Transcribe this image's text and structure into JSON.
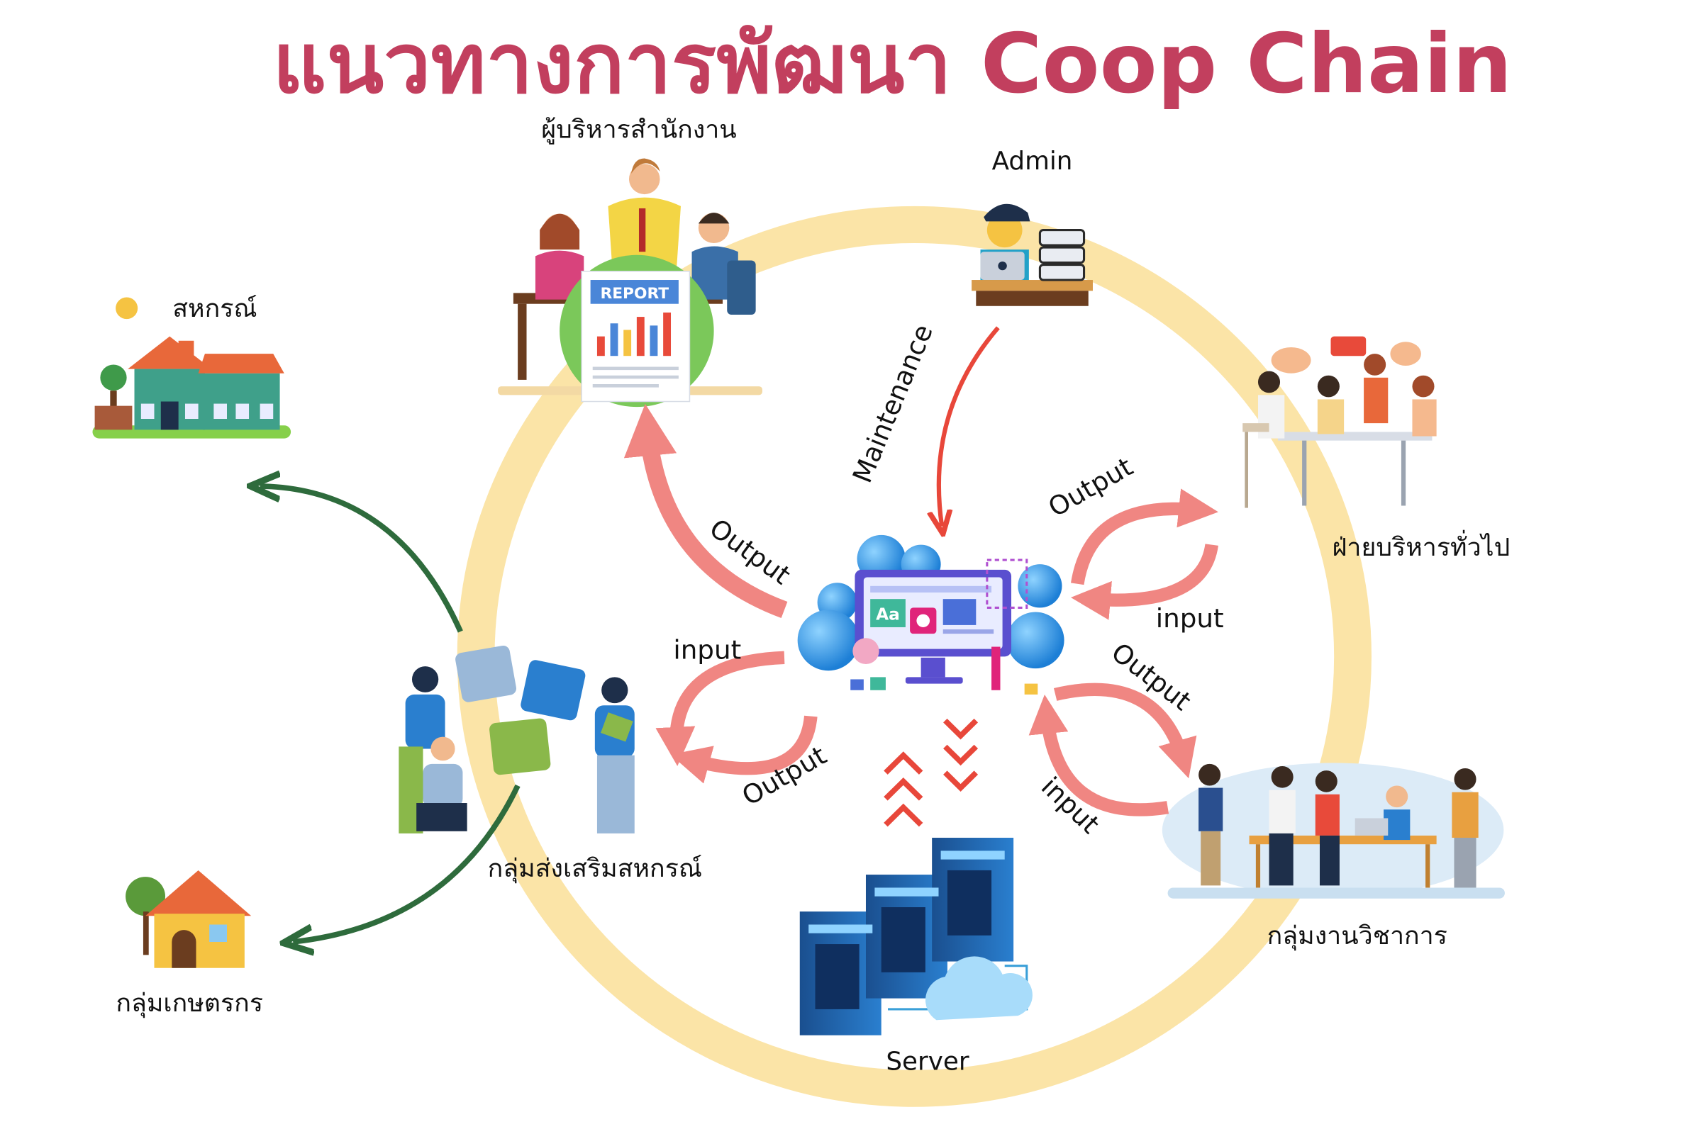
{
  "title": "แนวทางการพัฒนา Coop Chain",
  "nodes": {
    "executives": "ผู้บริหารสำนักงาน",
    "admin": "Admin",
    "cooperative": "สหกรณ์",
    "general_admin": "ฝ่ายบริหารทั่วไป",
    "promotion_group": "กลุ่มส่งเสริมสหกรณ์",
    "academic_group": "กลุ่มงานวิชาการ",
    "farmer_group": "กลุ่มเกษตรกร",
    "server": "Server"
  },
  "report_card": {
    "label": "REPORT"
  },
  "flows": {
    "maintenance": "Maintenance",
    "output_to_executives": "Output",
    "input_from_promotion": "input",
    "output_to_promotion": "Output",
    "output_to_general": "Output",
    "input_from_general": "input",
    "output_to_academic": "Output",
    "input_from_academic": "input"
  },
  "colors": {
    "title": "#c23f5e",
    "ring": "#fbe4a7",
    "flow_arrow": "#f08682",
    "maintenance_arrow": "#e8473a",
    "distribution_arrow": "#2e6b3c",
    "server_arrow": "#e8473a"
  }
}
